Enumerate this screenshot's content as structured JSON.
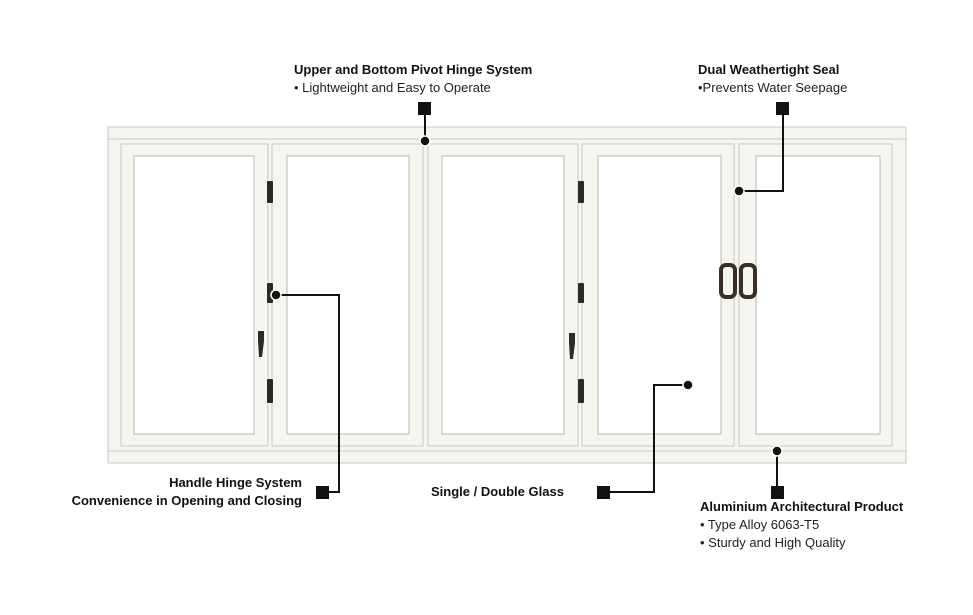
{
  "callouts": {
    "pivot_hinge": {
      "title": "Upper and Bottom Pivot Hinge System",
      "bullets": [
        "• Lightweight and Easy to Operate"
      ]
    },
    "weather_seal": {
      "title": "Dual Weathertight Seal",
      "bullets": [
        "•Prevents Water Seepage"
      ]
    },
    "handle_hinge": {
      "title": "Handle Hinge System",
      "subtitle": "Convenience in Opening and Closing"
    },
    "glass": {
      "title": "Single / Double Glass"
    },
    "aluminium": {
      "title": "Aluminium Architectural Product",
      "bullets": [
        "• Type Alloy 6063-T5",
        "• Sturdy and High Quality"
      ]
    }
  },
  "colors": {
    "frame": "#f6f5ef",
    "frame_edge": "#c9c8c0",
    "glass": "#ffffff",
    "hardware": "#2a2a2a",
    "leader": "#111111"
  }
}
